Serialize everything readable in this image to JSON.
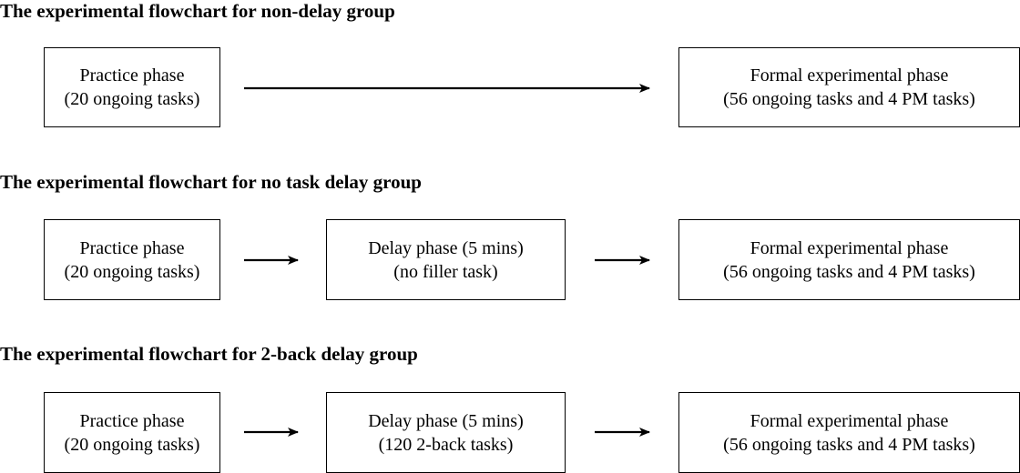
{
  "groups": [
    {
      "title": "The experimental flowchart for non-delay group",
      "practice": {
        "line1": "Practice phase",
        "line2": "(20 ongoing tasks)"
      },
      "formal": {
        "line1": "Formal experimental phase",
        "line2": "(56 ongoing tasks and 4 PM tasks)"
      }
    },
    {
      "title": "The experimental flowchart for no task delay group",
      "practice": {
        "line1": "Practice phase",
        "line2": "(20 ongoing tasks)"
      },
      "delay": {
        "line1": "Delay phase (5 mins)",
        "line2": "(no filler task)"
      },
      "formal": {
        "line1": "Formal experimental phase",
        "line2": "(56 ongoing tasks and 4 PM tasks)"
      }
    },
    {
      "title": "The experimental flowchart for 2-back delay group",
      "practice": {
        "line1": "Practice phase",
        "line2": "(20 ongoing tasks)"
      },
      "delay": {
        "line1": "Delay phase (5 mins)",
        "line2": "(120 2-back tasks)"
      },
      "formal": {
        "line1": "Formal experimental phase",
        "line2": "(56 ongoing tasks and 4 PM tasks)"
      }
    }
  ]
}
